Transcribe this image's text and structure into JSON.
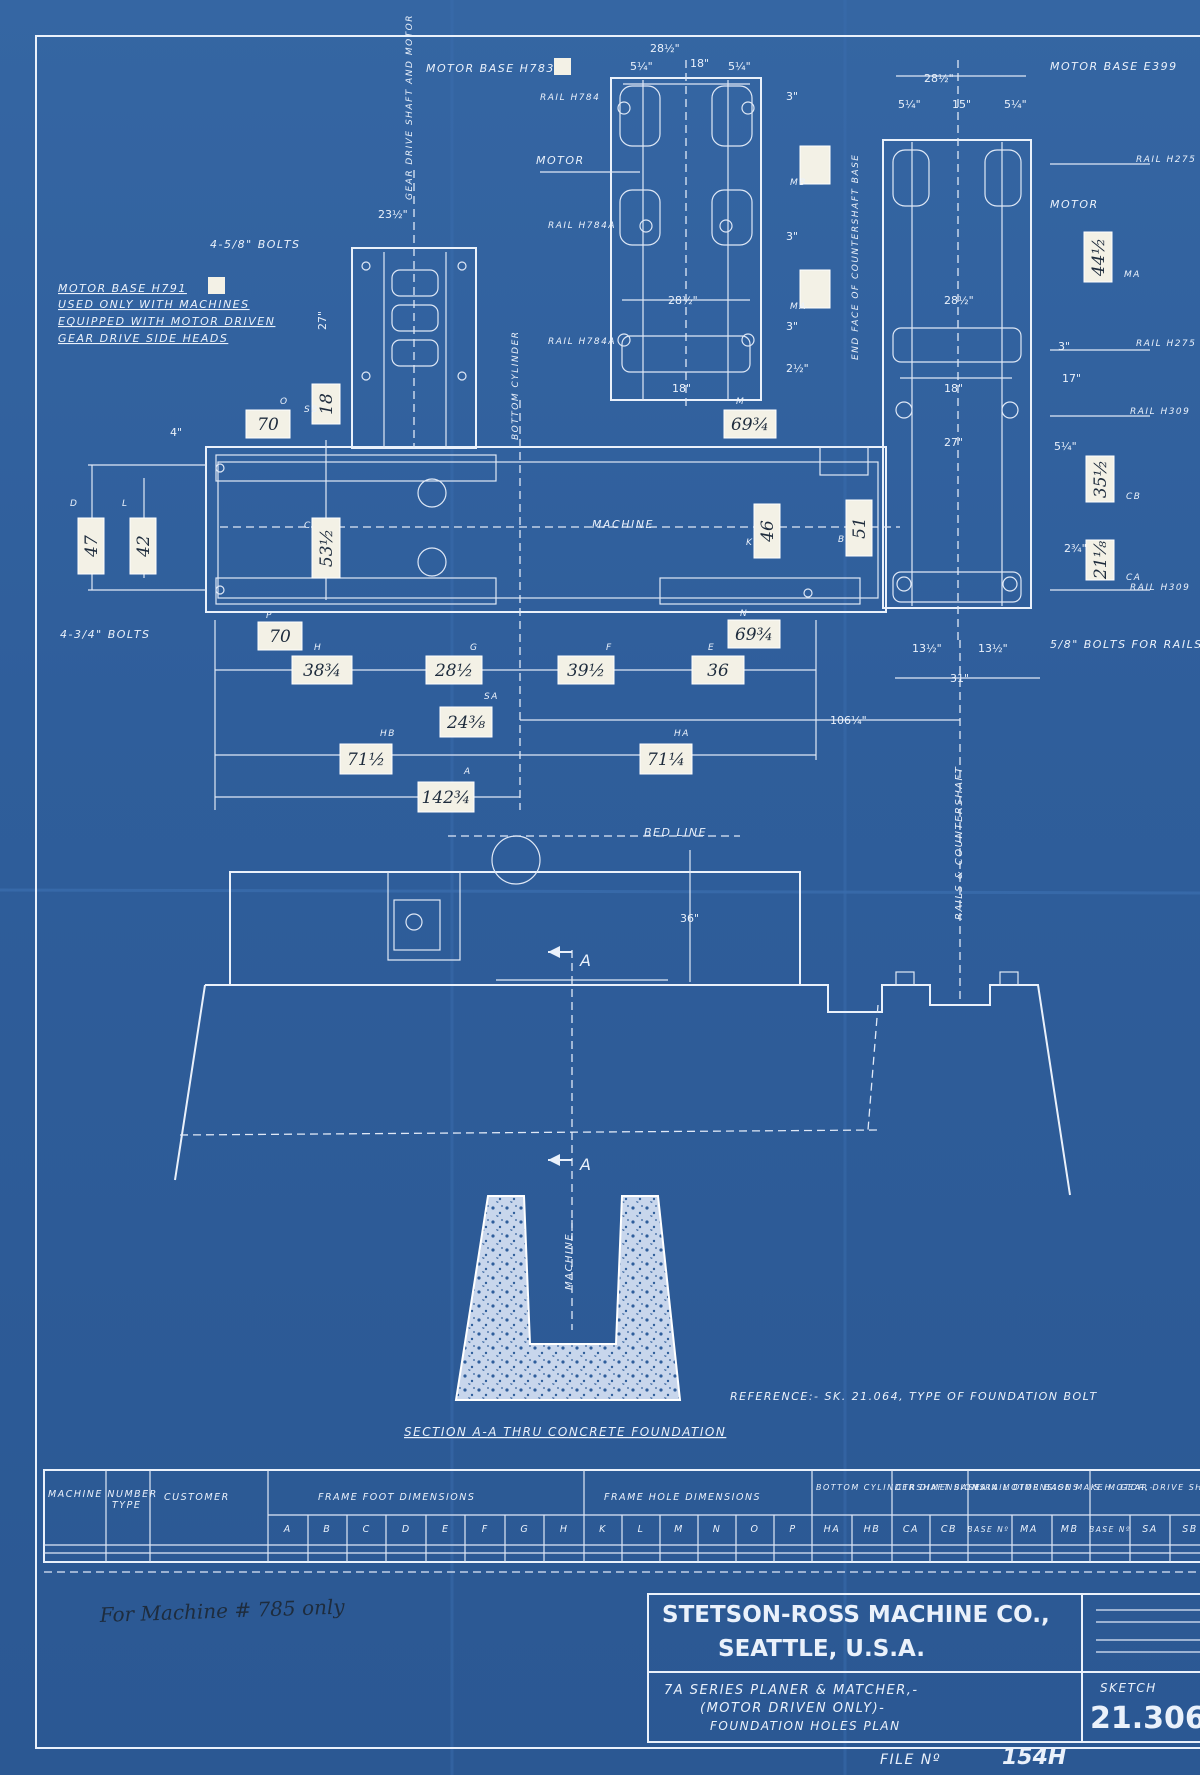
{
  "top_labels": {
    "motor_base_h783": "MOTOR BASE H783",
    "motor_base_e399": "MOTOR BASE E399",
    "rail_h784": "RAIL H784",
    "motor_left": "MOTOR",
    "rail_h784a_1": "RAIL H784A",
    "rail_h784a_2": "RAIL H784A",
    "rail_h275_1": "RAIL H275",
    "motor_right": "MOTOR",
    "rail_h275_2": "RAIL H275",
    "rail_h309_1": "RAIL H309",
    "rail_h309_2": "RAIL H309",
    "gear_drive_shaft": "GEAR DRIVE SHAFT AND MOTOR",
    "end_face": "END FACE OF COUNTERSHAFT BASE",
    "bottom_cylinder": "BOTTOM CYLINDER",
    "bolts_top": "4-5/8\" BOLTS",
    "bolts_bottom": "4-3/4\" BOLTS",
    "bolts_rails": "5/8\" BOLTS FOR RAILS",
    "machine_cl": "MACHINE",
    "bed_line": "BED LINE",
    "rails_countershaft": "RAILS & COUNTERSHAFT",
    "reference": "REFERENCE:- SK. 21.064, TYPE OF FOUNDATION BOLT",
    "section_aa": "SECTION A-A THRU CONCRETE FOUNDATION",
    "machine_cl_section": "MACHINE"
  },
  "note_lines": [
    "MOTOR BASE H791",
    "USED ONLY WITH MACHINES",
    "EQUIPPED WITH MOTOR DRIVEN",
    "GEAR DRIVE SIDE HEADS"
  ],
  "dimension_boxes": [
    {
      "letter": "O",
      "value": "70"
    },
    {
      "letter": "SB",
      "value": "18"
    },
    {
      "letter": "D",
      "value": "47"
    },
    {
      "letter": "L",
      "value": "42"
    },
    {
      "letter": "C",
      "value": "53½"
    },
    {
      "letter": "M",
      "value": "69¾"
    },
    {
      "letter": "K",
      "value": "46"
    },
    {
      "letter": "B",
      "value": "51"
    },
    {
      "letter": "MB",
      "value": ""
    },
    {
      "letter": "MA",
      "value": ""
    },
    {
      "letter": "MA",
      "value": "44½"
    },
    {
      "letter": "CB",
      "value": "35½"
    },
    {
      "letter": "CA",
      "value": "21⅛"
    },
    {
      "letter": "P",
      "value": "70"
    },
    {
      "letter": "N",
      "value": "69¾"
    },
    {
      "letter": "H",
      "value": "38¾"
    },
    {
      "letter": "G",
      "value": "28½"
    },
    {
      "letter": "F",
      "value": "39½"
    },
    {
      "letter": "E",
      "value": "36"
    },
    {
      "letter": "SA",
      "value": "24⅜"
    },
    {
      "letter": "HB",
      "value": "71½"
    },
    {
      "letter": "HA",
      "value": "71¼"
    },
    {
      "letter": "A",
      "value": "142¾"
    }
  ],
  "plain_dims": {
    "d_28_top": "28½\"",
    "d_18_top": "18\"",
    "d_5q_a": "5¼\"",
    "d_5q_b": "5¼\"",
    "d_28_right": "28½\"",
    "d_15_right": "15\"",
    "d_5q_c": "5¼\"",
    "d_5q_d": "5¼\"",
    "d_23": "23½\"",
    "d_27": "27\"",
    "d_28_mid": "28½\"",
    "d_18_mid": "18\"",
    "d_3_a": "3\"",
    "d_3_b": "3\"",
    "d_3_c": "3\"",
    "d_2q": "2½\"",
    "d_28_r2": "28½\"",
    "d_18_r2": "18\"",
    "d_27_r": "27\"",
    "d_17": "17\"",
    "d_5q_e": "5¼\"",
    "d_3_d": "3\"",
    "d_2q_b": "2¾\"",
    "d_4": "4\"",
    "d_13a": "13½\"",
    "d_13b": "13½\"",
    "d_31": "31\"",
    "d_106": "106¼\"",
    "d_36": "36\""
  },
  "table": {
    "headers": [
      {
        "key": "machine_number",
        "label": "MACHINE NUMBER"
      },
      {
        "key": "type",
        "label": "TYPE"
      },
      {
        "key": "customer",
        "label": "CUSTOMER"
      },
      {
        "key": "frame_foot",
        "label": "FRAME FOOT DIMENSIONS"
      },
      {
        "key": "frame_hole",
        "label": "FRAME HOLE DIMENSIONS"
      },
      {
        "key": "bottom_cyl",
        "label": "BOTTOM CYLINDER DIMENSIONS"
      },
      {
        "key": "ctrshaft",
        "label": "CTRSHAFT BASE RAIL DIMENSIONS"
      },
      {
        "key": "main_motor",
        "label": "MAIN MOTOR BASE MAKE MOTOR,-"
      },
      {
        "key": "sh_gear",
        "label": "S.H. GEAR DRIVE SHAFT MOTOR BASE WHEN USED"
      }
    ],
    "frame_foot_cols": [
      "A",
      "B",
      "C",
      "D",
      "E",
      "F",
      "G",
      "H"
    ],
    "frame_hole_cols": [
      "K",
      "L",
      "M",
      "N",
      "O",
      "P"
    ],
    "bottom_cyl_cols": [
      "HA",
      "HB"
    ],
    "ctrshaft_cols": [
      "CA",
      "CB"
    ],
    "main_motor_cols": [
      "BASE Nº",
      "MA",
      "MB"
    ],
    "sh_gear_cols": [
      "BASE Nº",
      "SA",
      "SB"
    ]
  },
  "handwritten_note": "For Machine # 785 only",
  "title_block": {
    "company_line1": "STETSON-ROSS MACHINE CO.,",
    "company_line2": "SEATTLE, U.S.A.",
    "desc_line1": "7A SERIES PLANER & MATCHER,-",
    "desc_line2": "(MOTOR DRIVEN ONLY)-",
    "desc_line3": "FOUNDATION HOLES PLAN",
    "sketch_label": "SKETCH",
    "sketch_number": "21.306",
    "file_label": "FILE Nº",
    "file_number": "154H"
  },
  "section_marks": [
    "A",
    "A"
  ],
  "colors": {
    "paper": "#2f5e9b",
    "ink": "#eaf1fb",
    "label_box": "#f3f1e6"
  }
}
